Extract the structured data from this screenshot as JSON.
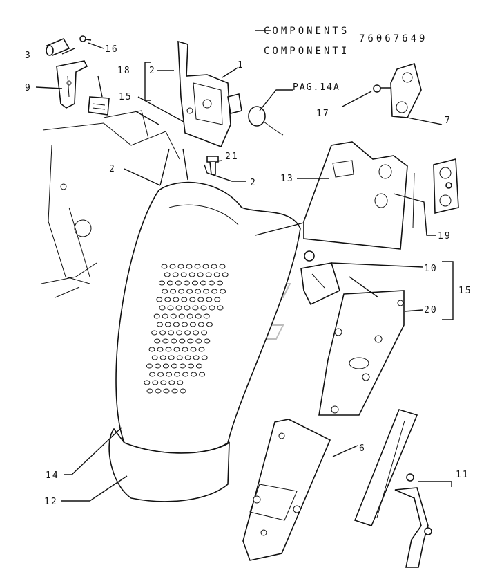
{
  "header": {
    "line1": "COMPONENTS",
    "line2": "COMPONENTI",
    "code": "76067649"
  },
  "reference": "PAG.14A",
  "callouts": {
    "c1": "1",
    "c2a": "2",
    "c2b": "2",
    "c2c": "2",
    "c3": "3",
    "c6": "6",
    "c7": "7",
    "c9": "9",
    "c10": "10",
    "c11": "11",
    "c12": "12",
    "c13": "13",
    "c14": "14",
    "c15a": "15",
    "c15b": "15",
    "c16": "16",
    "c17": "17",
    "c18": "18",
    "c19": "19",
    "c20": "20",
    "c21": "21"
  }
}
